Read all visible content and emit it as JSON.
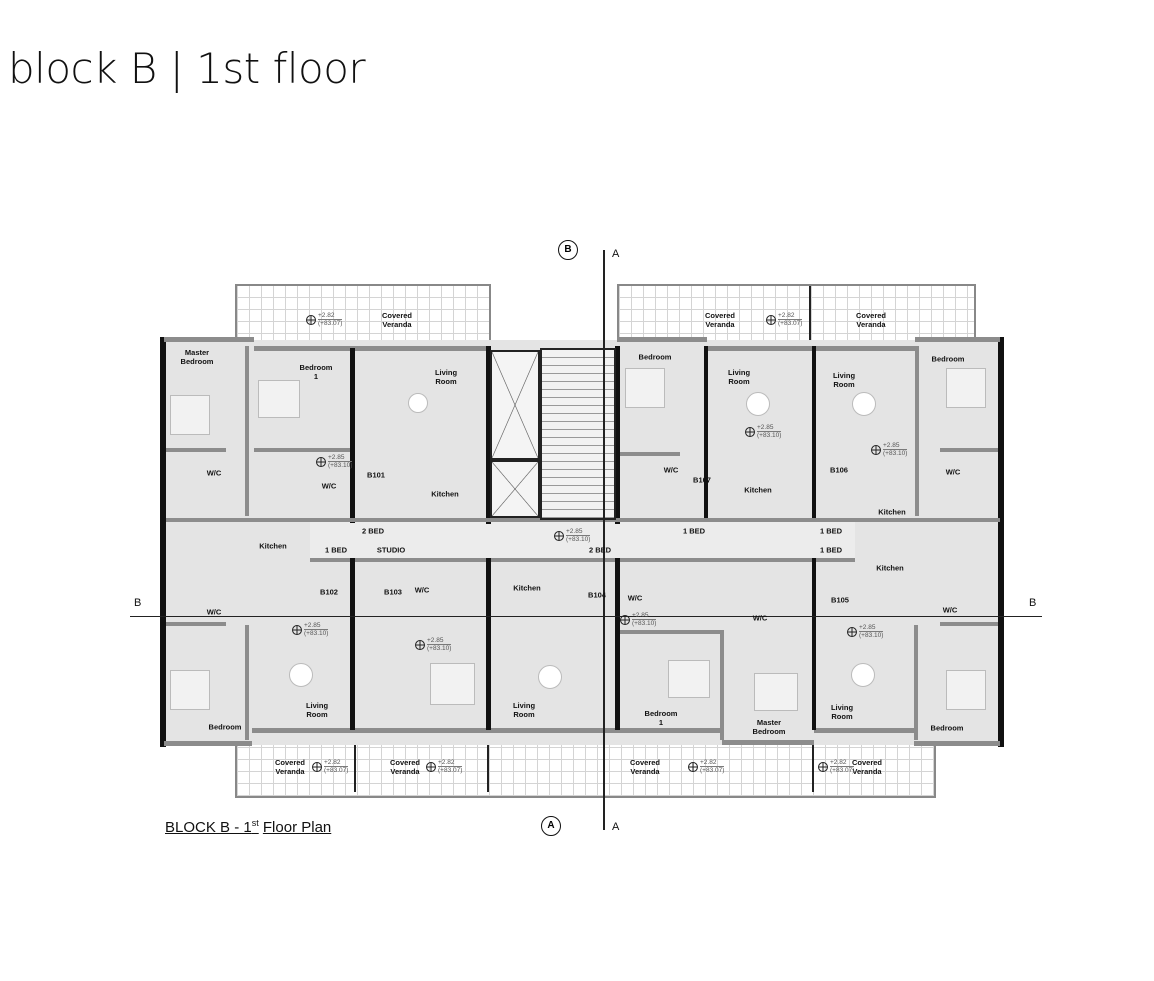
{
  "title": "block B | 1st floor",
  "caption": {
    "main": "BLOCK B - 1",
    "sup": "st",
    "rest": "Floor Plan"
  },
  "markers": {
    "north_tag": "B",
    "south_tag": "A",
    "section_a_top": "A",
    "section_a_bottom": "A",
    "section_b_left": "B",
    "section_b_right": "B"
  },
  "labels": [
    "Covered\nVeranda",
    "Covered\nVeranda",
    "Covered\nVeranda",
    "Master\nBedroom",
    "Bedroom\n1",
    "Living\nRoom",
    "W/C",
    "W/C",
    "B101",
    "Kitchen",
    "2 BED",
    "Bedroom",
    "Living\nRoom",
    "W/C",
    "B107",
    "Kitchen",
    "Living\nRoom",
    "B106",
    "Kitchen",
    "W/C",
    "Bedroom",
    "1 BED",
    "1 BED",
    "1 BED",
    "STUDIO",
    "2 BED",
    "1 BED",
    "Kitchen",
    "B102",
    "W/C",
    "Bedroom",
    "Living\nRoom",
    "B103",
    "W/C",
    "Kitchen",
    "B104",
    "Living\nRoom",
    "W/C",
    "W/C",
    "Bedroom\n1",
    "Master\nBedroom",
    "B105",
    "Kitchen",
    "W/C",
    "Living\nRoom",
    "Bedroom",
    "Covered\nVeranda",
    "Covered\nVeranda",
    "Covered\nVeranda",
    "Covered\nVeranda"
  ],
  "elevations": [
    {
      "level": "+2.82",
      "abs": "(+83.07)"
    },
    {
      "level": "+2.82",
      "abs": "(+83.07)"
    },
    {
      "level": "+2.85",
      "abs": "(+83.10)"
    },
    {
      "level": "+2.85",
      "abs": "(+83.10)"
    },
    {
      "level": "+2.85",
      "abs": "(+83.10)"
    },
    {
      "level": "+2.85",
      "abs": "(+83.10)"
    },
    {
      "level": "+2.85",
      "abs": "(+83.10)"
    },
    {
      "level": "+2.85",
      "abs": "(+83.10)"
    },
    {
      "level": "+2.85",
      "abs": "(+83.10)"
    },
    {
      "level": "+2.85",
      "abs": "(+83.10)"
    },
    {
      "level": "+2.82",
      "abs": "(+83.07)"
    },
    {
      "level": "+2.82",
      "abs": "(+83.07)"
    },
    {
      "level": "+2.82",
      "abs": "(+83.07)"
    },
    {
      "level": "+2.82",
      "abs": "(+83.07)"
    }
  ]
}
